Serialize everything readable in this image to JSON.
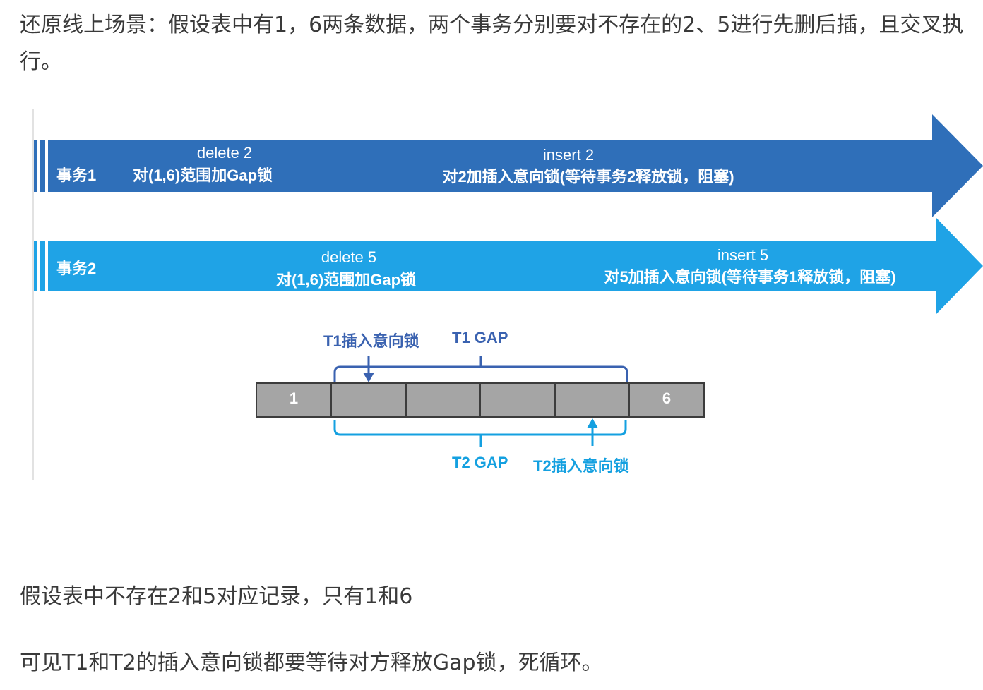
{
  "intro": "还原线上场景：假设表中有1，6两条数据，两个事务分别要对不存在的2、5进行先删后插，且交叉执行。",
  "diagram": {
    "tx1": {
      "label": "事务1",
      "step1_title": "delete 2",
      "step1_desc": "对(1,6)范围加Gap锁",
      "step2_title": "insert 2",
      "step2_desc": "对2加插入意向锁(等待事务2释放锁，阻塞)",
      "color": "#2f6fb9"
    },
    "tx2": {
      "label": "事务2",
      "step1_title": "delete 5",
      "step1_desc": "对(1,6)范围加Gap锁",
      "step2_title": "insert 5",
      "step2_desc": "对5加插入意向锁(等待事务1释放锁，阻塞)",
      "color": "#1fa3e6"
    },
    "records": {
      "left_value": "1",
      "right_value": "6",
      "cell_color": "#a5a5a5"
    },
    "t1_intent_label": "T1插入意向锁",
    "t1_gap_label": "T1 GAP",
    "t2_gap_label": "T2 GAP",
    "t2_intent_label": "T2插入意向锁",
    "t1_color": "#3a62b0",
    "t2_color": "#14a0e0"
  },
  "note1": "假设表中不存在2和5对应记录，只有1和6",
  "note2": "可见T1和T2的插入意向锁都要等待对方释放Gap锁，死循环。"
}
